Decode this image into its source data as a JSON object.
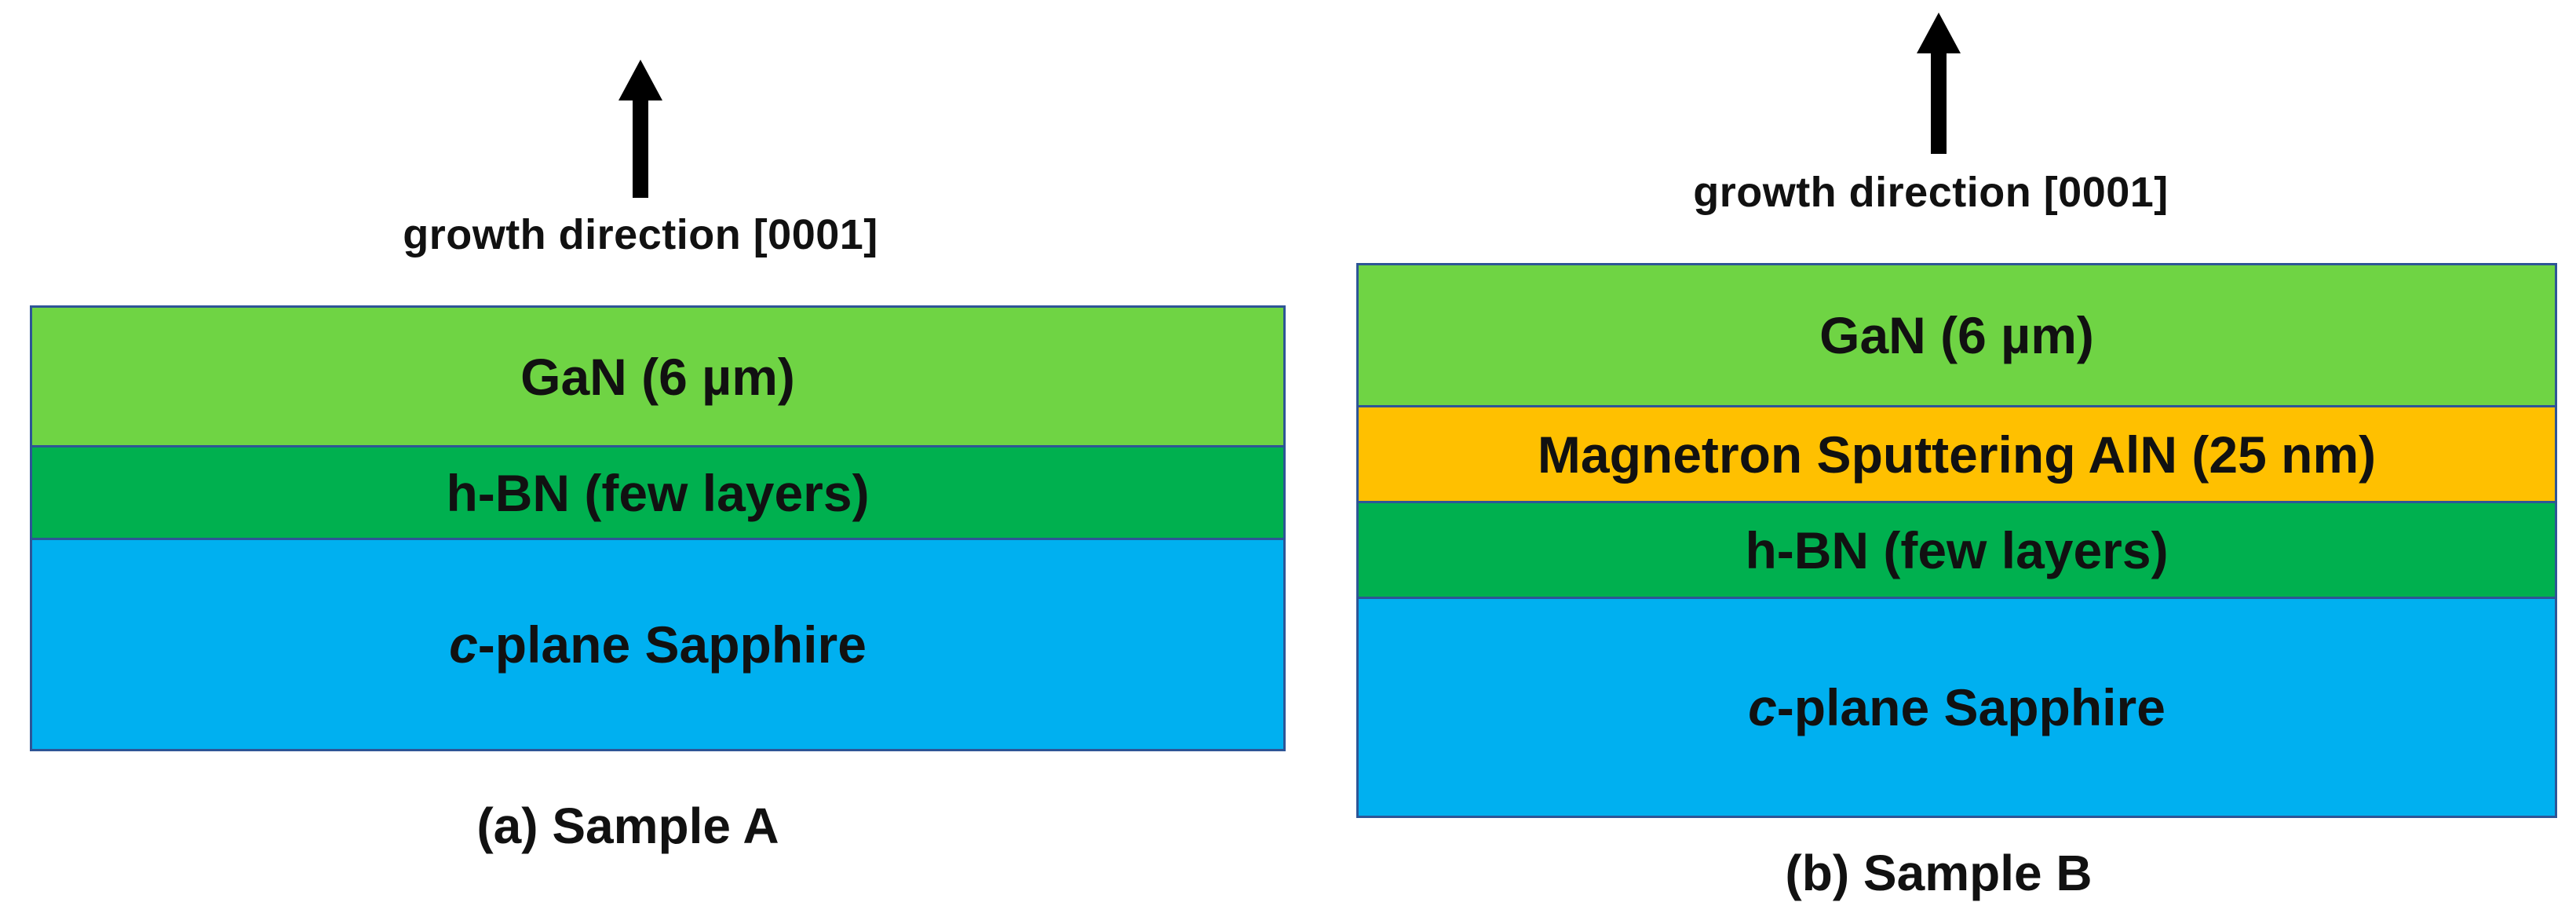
{
  "sample_a": {
    "growth_label": "growth direction [0001]",
    "layers": {
      "gan": "GaN (6 µm)",
      "hbn": "h-BN (few layers)",
      "sapphire_italic": "c",
      "sapphire_rest": "-plane Sapphire"
    },
    "caption": "(a) Sample A"
  },
  "sample_b": {
    "growth_label": "growth direction [0001]",
    "layers": {
      "gan": "GaN (6 µm)",
      "aln": "Magnetron Sputtering AlN (25 nm)",
      "hbn": "h-BN (few layers)",
      "sapphire_italic": "c",
      "sapphire_rest": "-plane Sapphire"
    },
    "caption": "(b) Sample B"
  },
  "colors": {
    "gan": "#6fd444",
    "hbn": "#00b04f",
    "aln": "#ffc000",
    "sapphire": "#00b0f0",
    "border": "#2e5596"
  }
}
